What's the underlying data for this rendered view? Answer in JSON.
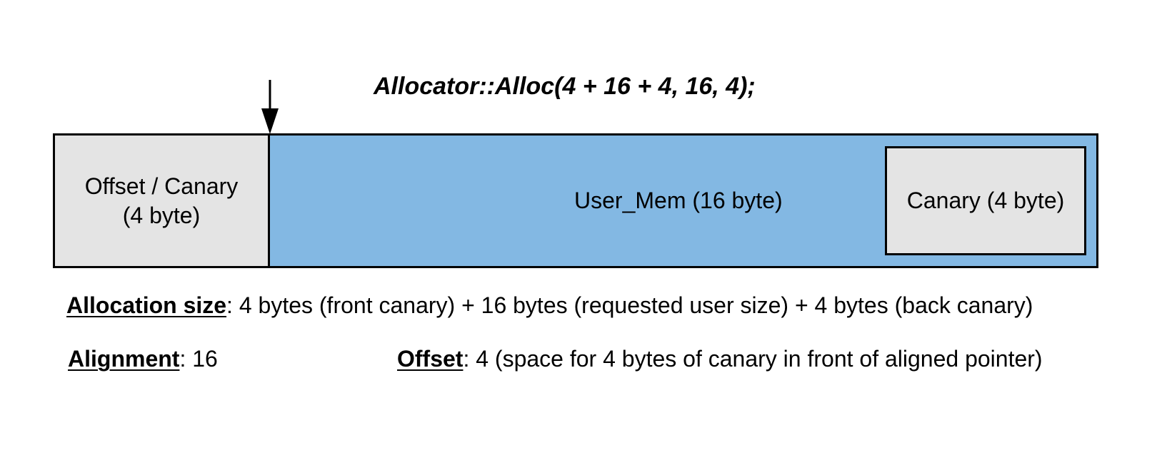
{
  "call": "Allocator::Alloc(4 + 16 + 4, 16, 4);",
  "blocks": {
    "front_canary": {
      "line1": "Offset / Canary",
      "line2": "(4 byte)"
    },
    "user_mem": "User_Mem (16 byte)",
    "back_canary": "Canary (4 byte)"
  },
  "notes": {
    "allocation_size": {
      "key": "Allocation size",
      "value": ": 4 bytes (front canary) + 16 bytes (requested user size) + 4 bytes (back canary)"
    },
    "alignment": {
      "key": "Alignment",
      "value": ": 16"
    },
    "offset": {
      "key": "Offset",
      "value": ": 4 (space for 4 bytes of canary in front of aligned pointer)"
    }
  },
  "colors": {
    "user_mem_fill": "#83b8e3",
    "canary_fill": "#e4e4e4",
    "border": "#000000"
  },
  "icons": {
    "pointer": "down-arrow-icon"
  }
}
